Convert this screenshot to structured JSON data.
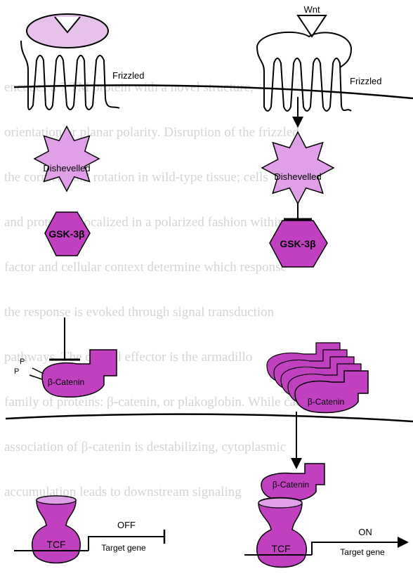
{
  "background_text": [
    "encodes a 7 TM protein with a novel structure,",
    "orientation or planar polarity. Disruption of the frizzled",
    "the correct 'hair' rotation in wild-type tissue; cells",
    "and protein is localized in a polarized fashion within",
    "factor and cellular context determine which response",
    "the response is evoked through signal transduction",
    "pathways. The central effector is the armadillo",
    "family of proteins: β-catenin, or plakoglobin. While cadherin",
    "association of β-catenin is destabilizing, cytoplasmic",
    "accumulation leads to downstream signaling"
  ],
  "colors": {
    "protein_fill": "#c040c0",
    "protein_light": "#e0a0e8",
    "receptor_fill": "#e6c2ea",
    "line": "#000000"
  },
  "left_pathway": {
    "receptor_label": "Frizzled",
    "dishevelled_label": "Dishevelled",
    "gsk_label": "GSK-3β",
    "catenin_label": "β-Catenin",
    "phospho_labels": [
      "P",
      "P"
    ],
    "tcf_label": "TCF",
    "status_label": "OFF",
    "gene_label": "Target gene"
  },
  "right_pathway": {
    "ligand_label": "Wnt",
    "receptor_label": "Frizzled",
    "dishevelled_label": "Dishevelled",
    "gsk_label": "GSK-3β",
    "catenin_stack_label": "β-Catenin",
    "nuclear_catenin_label": "β-Catenin",
    "tcf_label": "TCF",
    "status_label": "ON",
    "gene_label": "Target gene"
  }
}
